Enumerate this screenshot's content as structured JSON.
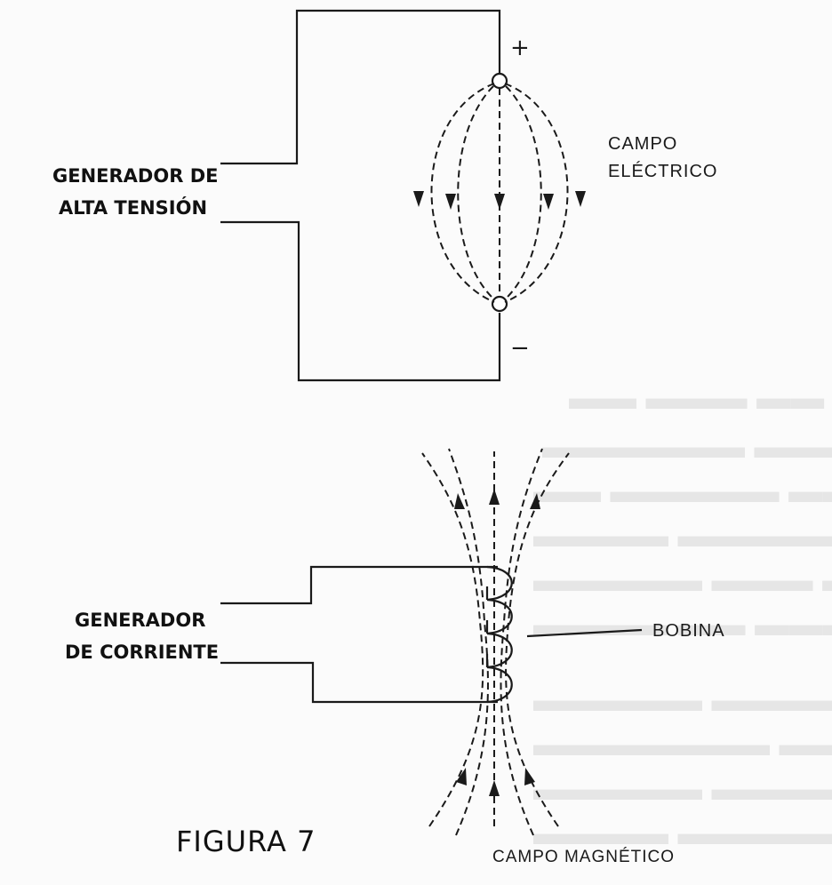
{
  "top": {
    "generator_line1": "GENERADOR DE",
    "generator_line2": "ALTA TENSIÓN",
    "plus": "+",
    "minus": "−",
    "field_line1": "CAMPO",
    "field_line2": "ELÉCTRICO"
  },
  "bottom": {
    "generator_line1": "GENERADOR",
    "generator_line2": "DE CORRIENTE",
    "coil_label": "BOBINA",
    "field_label": "CAMPO MAGNÉTICO"
  },
  "figure_label": "FIGURA 7"
}
